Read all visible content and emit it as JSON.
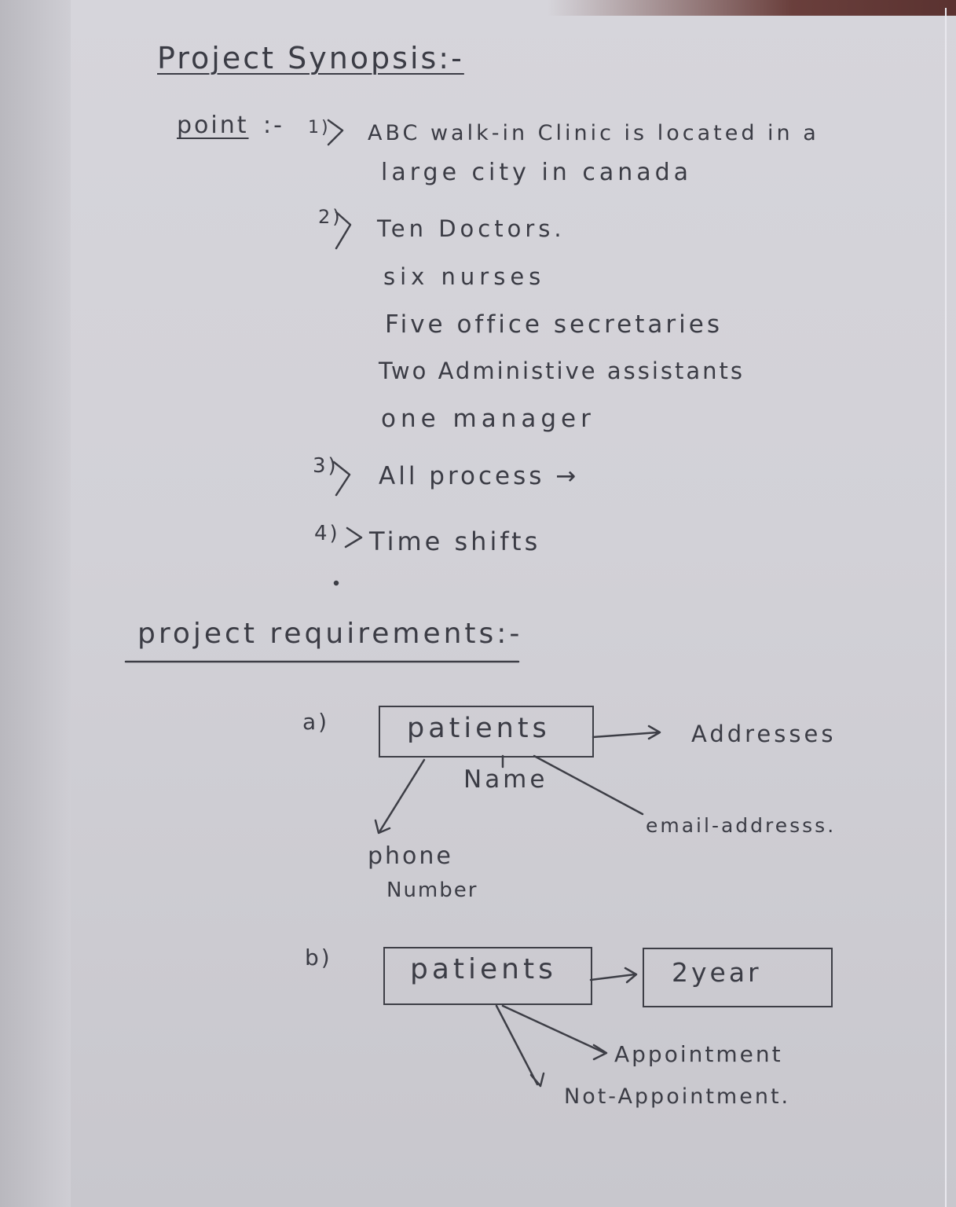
{
  "synopsis": {
    "heading": "Project Synopsis:-",
    "point_label": "point",
    "point_sep": ":-",
    "items": [
      {
        "num": "1)",
        "lines": [
          "ABC walk-in Clinic is located in a",
          "large city in canada"
        ]
      },
      {
        "num": "2)",
        "lines": [
          "Ten Doctors.",
          "six nurses",
          "Five office secretaries",
          "Two Administive assistants",
          "one manager"
        ]
      },
      {
        "num": "3)",
        "lines": [
          "All process →"
        ]
      },
      {
        "num": "4)",
        "lines": [
          "Time shifts"
        ]
      }
    ]
  },
  "requirements": {
    "heading": "project requirements:-",
    "a": {
      "label": "a)",
      "box": "patients",
      "arrow_target": "Addresses",
      "children": [
        "Name",
        "email-addresss.",
        "phone",
        "Number"
      ]
    },
    "b": {
      "label": "b)",
      "box": "patients",
      "target_box": "2year",
      "children": [
        "Appointment",
        "Not-Appointment."
      ]
    }
  }
}
